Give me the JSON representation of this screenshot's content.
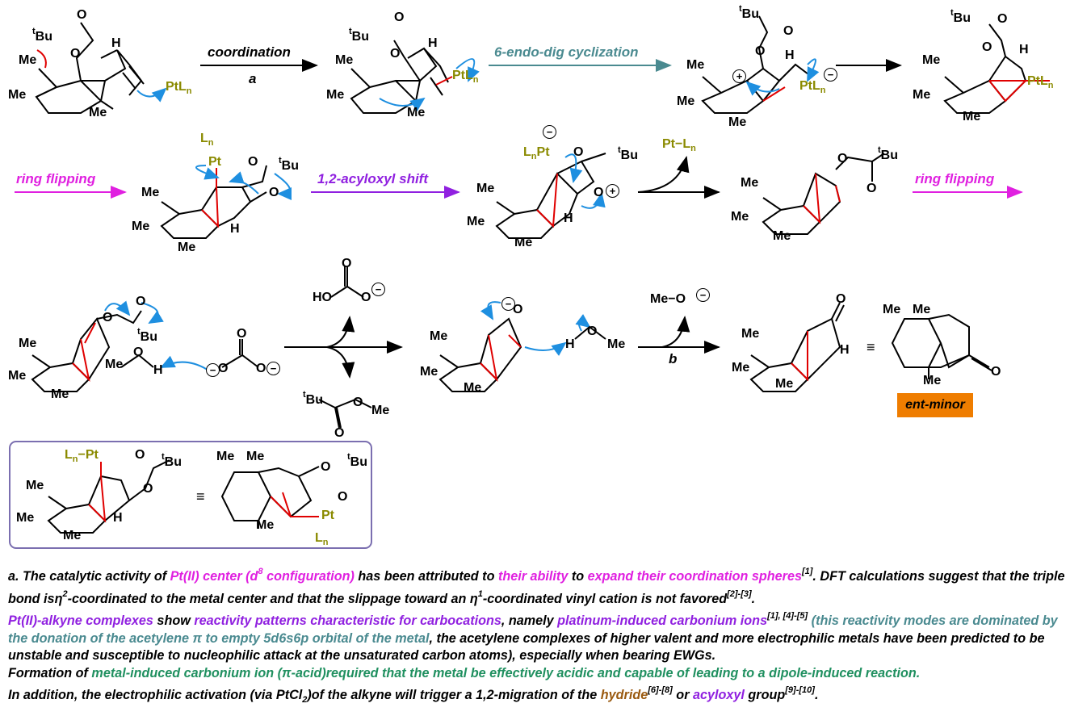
{
  "colors": {
    "arrow_blue": "#1e8fe0",
    "bond_red": "#e00000",
    "platinum": "#8a8a00",
    "magenta": "#e020e0",
    "purple": "#9020e0",
    "teal": "#4a8a90",
    "green": "#209060",
    "brown": "#9a5a10",
    "orange": "#ef7d00",
    "box_border": "#7b6fb0"
  },
  "steps": {
    "coordination": "coordination",
    "a": "a",
    "cyclization": "6-endo-dig cyclization",
    "ring_flipping_1": "ring flipping",
    "acyloxyl_shift": "1,2-acyloxyl shift",
    "ring_flipping_2": "ring flipping",
    "b": "b"
  },
  "species": {
    "pt_complex": "PtL",
    "pt_loss": "Pt−L",
    "bicarbonate": "HO",
    "methyl_ester": "O",
    "methoxide": "Me−O",
    "product": "ent-minor",
    "equiv": "≡"
  },
  "atoms": {
    "me": "Me",
    "tbu": "Bu",
    "t": "t",
    "h": "H",
    "o": "O",
    "l": "L",
    "n": "n",
    "pt": "Pt",
    "ln": "L",
    "ho": "HO",
    "meo": "Me"
  },
  "notes": {
    "p1_a": "a. The catalytic activity of ",
    "p1_b": "Pt(II) center (d",
    "p1_b_sup": "8",
    "p1_b2": " configuration)",
    "p1_c": " has been attributed to ",
    "p1_d": "their ability",
    "p1_e": " to ",
    "p1_f": "expand their coordination spheres",
    "p1_f_sup": "[1]",
    "p1_g": ". DFT calculations suggest that the triple bond is",
    "p1_eta2": "η",
    "p1_eta2_sup": "2",
    "p1_h": "-coordinated to the metal center and that the slippage toward an ",
    "p1_eta1": "η",
    "p1_eta1_sup": "1",
    "p1_i": "-coordinated vinyl cation is not favored",
    "p1_i_sup": "[2]-[3]",
    "p1_j": ".",
    "p2_a": "Pt(II)-alkyne complexes",
    "p2_b": " show ",
    "p2_c": "reactivity patterns characteristic for carbocations",
    "p2_d": ", namely ",
    "p2_e": "platinum-induced carbonium ions",
    "p2_e_sup": "[1], [4]-[5]",
    "p2_f": " (",
    "p2_g": "this reactivity modes are dominated by the donation of the acetylene π to empty 5d6s6p orbital of the metal",
    "p2_h": ", the acetylene complexes of higher valent and more electrophilic metals have been predicted to be unstable and susceptible to nucleophilic attack at the unsaturated carbon atoms), especially when bearing EWGs.",
    "p3_a": "Formation of ",
    "p3_b": "metal-induced carbonium ion (π-acid)required that the metal be effectively acidic and capable of leading to a dipole-induced reaction.",
    "p4_a": "In addition, the electrophilic activation (via PtCl",
    "p4_sub": "2",
    "p4_b": ")of the alkyne will trigger a 1,2-migration of the ",
    "p4_c": "hydride",
    "p4_c_sup": "[6]-[8]",
    "p4_d": " or ",
    "p4_e": "acyloxyl",
    "p4_f": " group",
    "p4_f_sup": "[9]-[10]",
    "p4_g": "."
  }
}
